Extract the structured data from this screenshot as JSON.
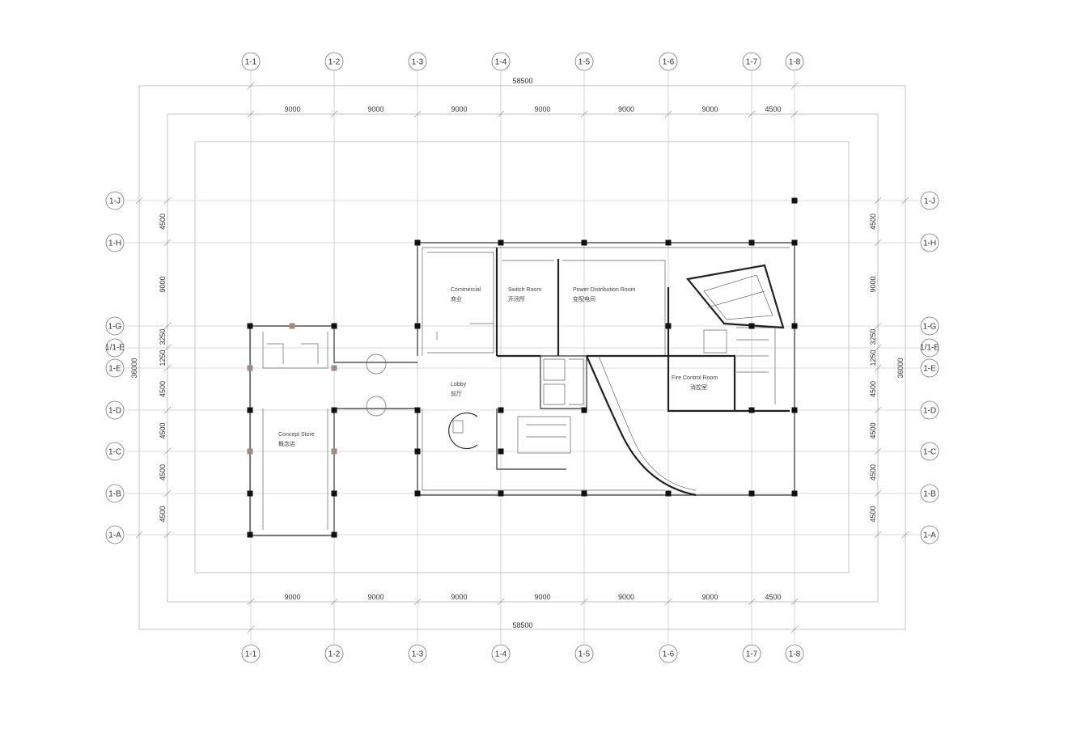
{
  "grid": {
    "columns": [
      "1-1",
      "1-2",
      "1-3",
      "1-4",
      "1-5",
      "1-6",
      "1-7",
      "1-8"
    ],
    "rows": [
      "1-J",
      "1-H",
      "1-G",
      "1/1-E",
      "1-E",
      "1-D",
      "1-C",
      "1-B",
      "1-A"
    ]
  },
  "dimensions": {
    "overall_horizontal": "58500",
    "horizontal_spans": [
      "9000",
      "9000",
      "9000",
      "9000",
      "9000",
      "9000",
      "4500"
    ],
    "overall_vertical": "36000",
    "vertical_spans": [
      "4500",
      "9000",
      "3250",
      "1250",
      "4500",
      "4500",
      "4500",
      "4500"
    ]
  },
  "rooms": [
    {
      "name_en": "Commercial",
      "name_cn": "商业"
    },
    {
      "name_en": "Switch Room",
      "name_cn": "开闭所"
    },
    {
      "name_en": "Power Distribution Room",
      "name_cn": "变配电间"
    },
    {
      "name_en": "Lobby",
      "name_cn": "前厅"
    },
    {
      "name_en": "Concept Store",
      "name_cn": "概念店"
    },
    {
      "name_en": "Fire Control Room",
      "name_cn": "消控室"
    }
  ],
  "colors": {
    "line": "#333333",
    "grid": "#b8b8b8",
    "column": "#111111"
  }
}
